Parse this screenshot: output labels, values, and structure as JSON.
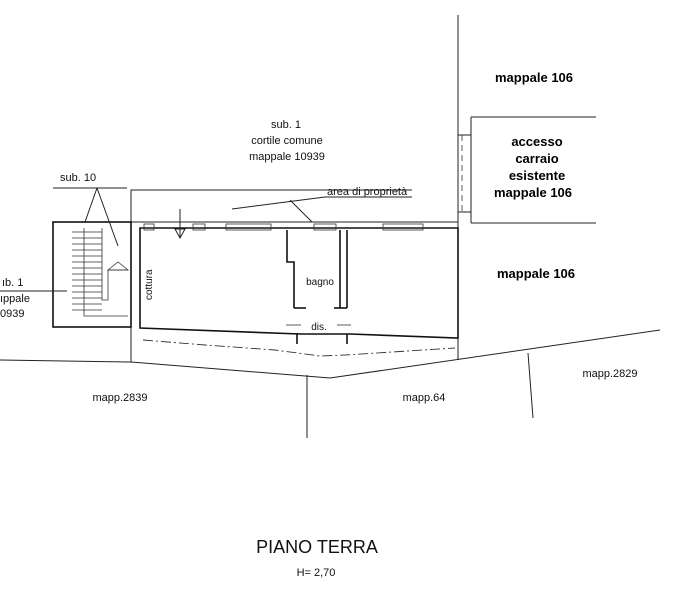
{
  "labels": {
    "mappale_106_top": "mappale 106",
    "accesso": [
      "accesso",
      "carraio",
      "esistente",
      "mappale 106"
    ],
    "mappale_106_mid": "mappale 106",
    "sub1_block": [
      "sub. 1",
      "cortile comune",
      "mappale 10939"
    ],
    "area_proprieta": "area di proprietà",
    "sub10": "sub. 10",
    "left_cut": [
      "ıb. 1",
      "ıppale",
      "0939"
    ],
    "cottura": "cottura",
    "bagno": "bagno",
    "dis": "dis.",
    "mapp_2839": "mapp.2839",
    "mapp_64": "mapp.64",
    "mapp_2829": "mapp.2829"
  },
  "title": "PIANO TERRA",
  "height_note": "H= 2,70"
}
